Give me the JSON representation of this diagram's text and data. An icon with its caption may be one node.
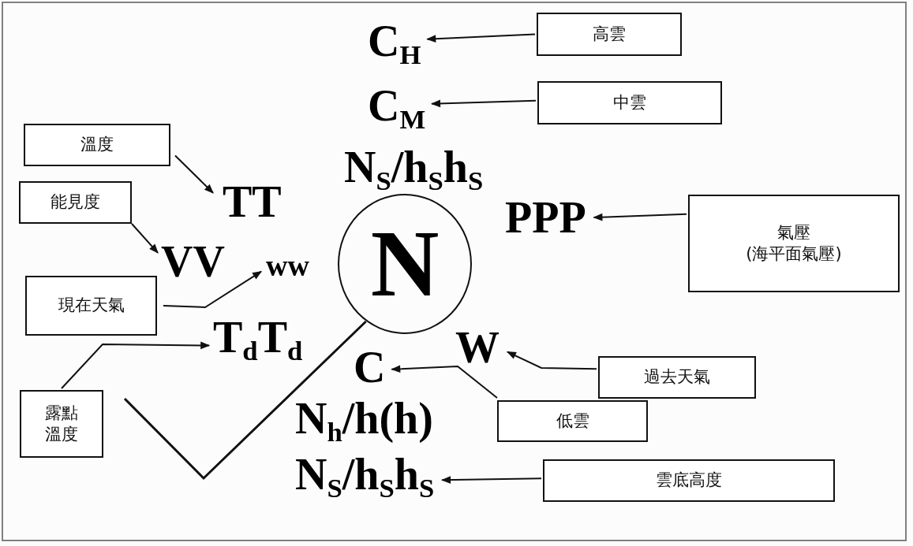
{
  "diagram": {
    "nodes": [
      {
        "text": [
          "高雲"
        ]
      },
      {
        "text": [
          "C$_{H}$"
        ]
      },
      {
        "text": [
          "中雲"
        ]
      },
      {
        "text": [
          "C$_{M}$"
        ]
      },
      {
        "text": [
          "溫度"
        ]
      },
      {
        "text": [
          "TT"
        ]
      },
      {
        "text": [
          "能見度"
        ]
      },
      {
        "text": [
          "VV"
        ]
      },
      {
        "text": [
          "N$_{S}$/h$_{S}$h$_{S}$"
        ]
      },
      {
        "text": [
          "N"
        ]
      },
      {
        "text": [
          "PPP"
        ]
      },
      {
        "text": [
          "氣壓",
          "(海平面氣壓)"
        ]
      },
      {
        "text": [
          "現在天氣"
        ]
      },
      {
        "text": [
          "ww"
        ]
      },
      {
        "text": [
          "T$_{d}$T$_{d}$"
        ]
      },
      {
        "text": [
          "露點溫度"
        ]
      },
      {
        "text": [
          "W"
        ]
      },
      {
        "text": [
          "C"
        ]
      },
      {
        "text": [
          "過去天氣"
        ]
      },
      {
        "text": [
          "N$_{h}$/h(h)"
        ]
      },
      {
        "text": [
          "低雲"
        ]
      },
      {
        "text": [
          "N$_{S}$/h$_{S}$h$_{S}$"
        ]
      },
      {
        "text": [
          "雲底高度"
        ]
      }
    ],
    "edges": [
      {
        "from": 0,
        "to": 1,
        "arrow": "to"
      },
      {
        "from": 2,
        "to": 3,
        "arrow": "to"
      },
      {
        "from": 4,
        "to": 5,
        "arrow": "to"
      },
      {
        "from": 6,
        "to": 7,
        "arrow": "to"
      },
      {
        "from": 11,
        "to": 10,
        "arrow": "to"
      },
      {
        "from": 12,
        "to": 13,
        "arrow": "to"
      },
      {
        "from": 15,
        "to": 14,
        "arrow": "to"
      },
      {
        "from": 18,
        "to": 16,
        "arrow": "to"
      },
      {
        "from": 20,
        "to": 17,
        "arrow": "to"
      },
      {
        "from": 22,
        "to": 21,
        "arrow": "to"
      },
      {
        "from": 9,
        "to": null,
        "arrow": "none"
      }
    ]
  }
}
